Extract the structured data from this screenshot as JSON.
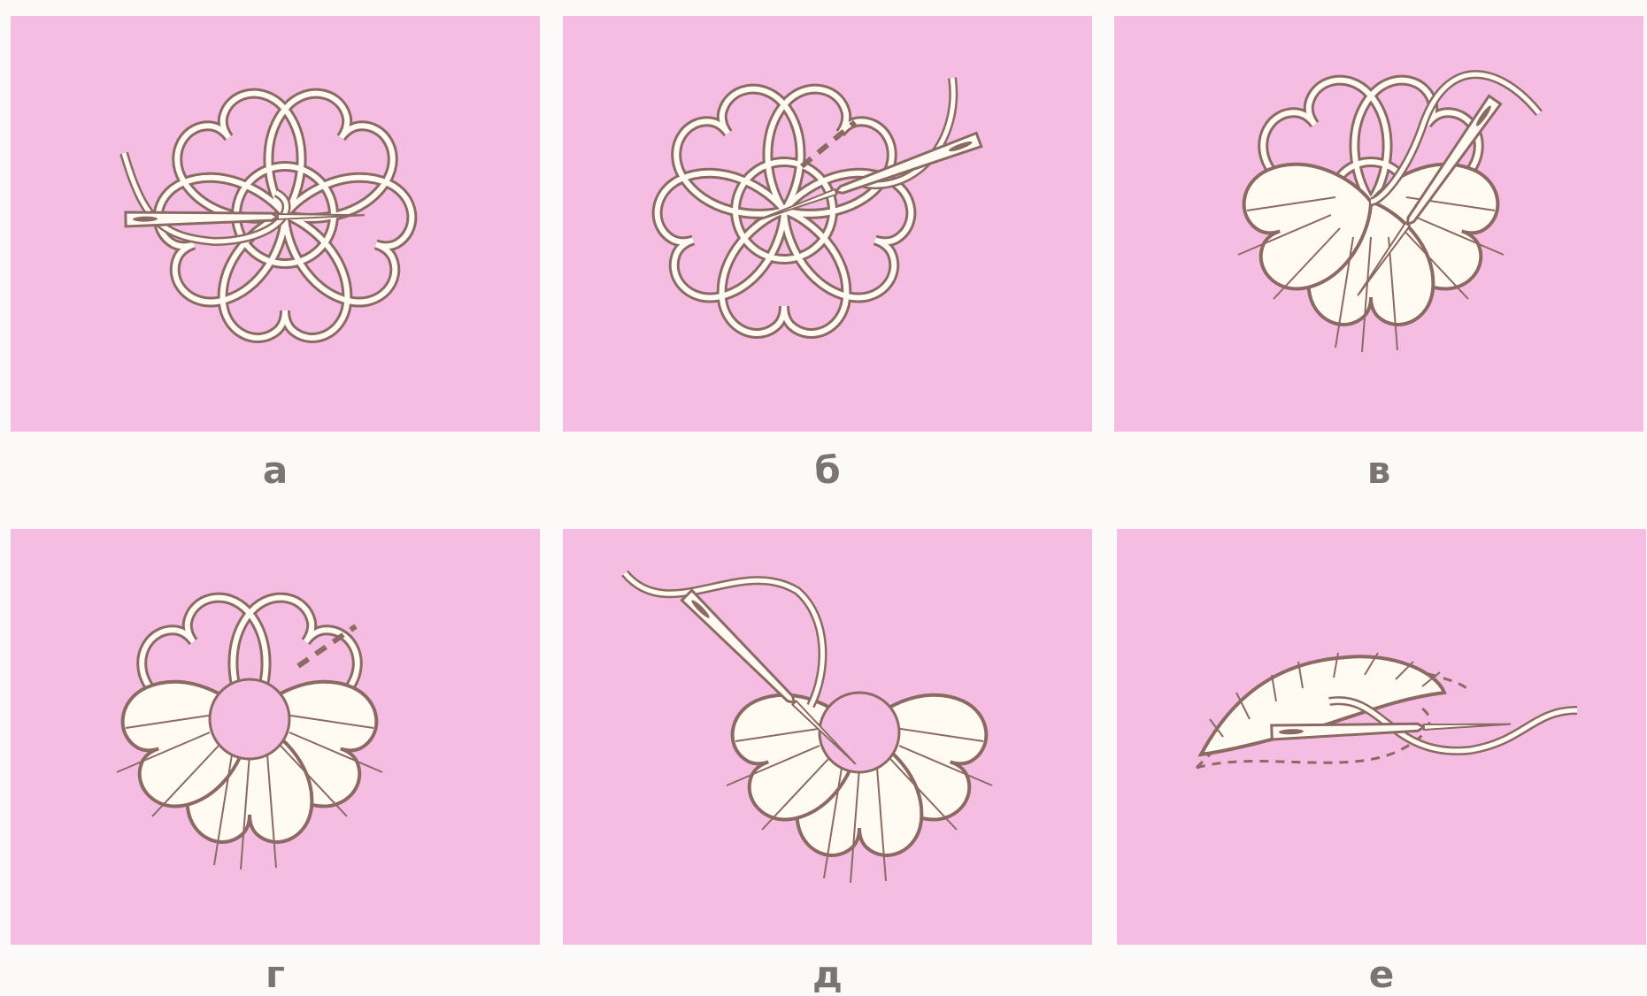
{
  "figure": {
    "panels": [
      {
        "id": "a",
        "label": "а"
      },
      {
        "id": "b",
        "label": "б"
      },
      {
        "id": "v",
        "label": "в"
      },
      {
        "id": "g",
        "label": "г"
      },
      {
        "id": "d",
        "label": "д"
      },
      {
        "id": "e",
        "label": "е"
      }
    ]
  },
  "colors": {
    "panel_background": "#f5bde2",
    "page_background": "#fbfaf9",
    "thread": "#fffaf2",
    "outline": "#8a6a63",
    "label": "#7a7572"
  }
}
